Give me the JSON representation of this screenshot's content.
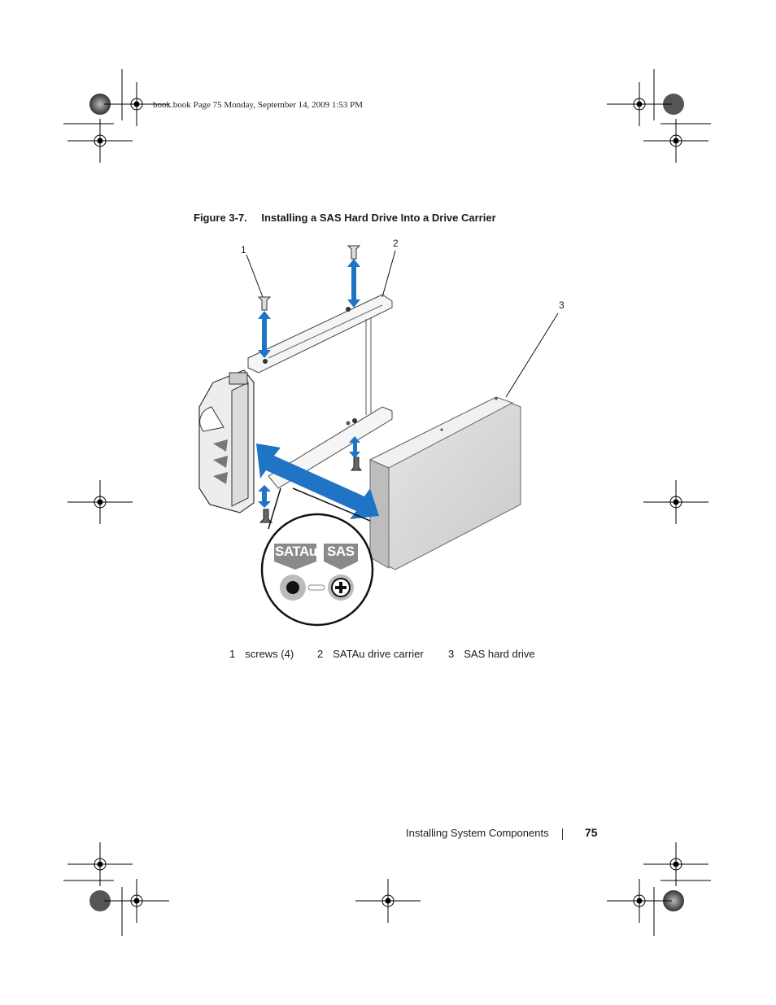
{
  "header": {
    "stamp": "book.book  Page 75  Monday, September 14, 2009  1:53 PM"
  },
  "figure": {
    "number": "Figure 3-7.",
    "title": "Installing a SAS Hard Drive Into a Drive Carrier",
    "callouts": [
      "1",
      "2",
      "3"
    ],
    "badge_left": "SATAu",
    "badge_right": "SAS"
  },
  "legend": [
    {
      "num": "1",
      "label": "screws (4)"
    },
    {
      "num": "2",
      "label": "SATAu drive carrier"
    },
    {
      "num": "3",
      "label": "SAS hard drive"
    }
  ],
  "footer": {
    "section": "Installing System Components",
    "page": "75"
  },
  "colors": {
    "arrow_blue": "#1f74c6",
    "drive_gray": "#d6d6d6",
    "badge_gray": "#8a8a8a"
  }
}
